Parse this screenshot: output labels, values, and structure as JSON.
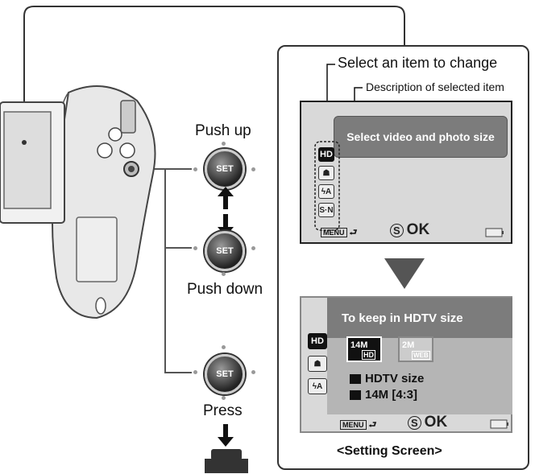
{
  "labels": {
    "push_up": "Push up",
    "push_down": "Push down",
    "press": "Press",
    "select_item": "Select an item to change",
    "description": "Description of selected item",
    "setting_screen": "<Setting Screen>"
  },
  "button": {
    "set_label": "SET"
  },
  "screen1": {
    "desc_text": "Select video and photo size",
    "menu_icons": [
      "HD",
      "☗",
      "ϟA",
      "S·N"
    ],
    "menu_label": "MENU",
    "ok_label": "OK"
  },
  "screen2": {
    "title": "To keep in HDTV size",
    "opt1": "14M",
    "opt1_sub": "HD",
    "opt2": "2M",
    "opt2_sub": "WEB",
    "video_line": "HDTV size",
    "photo_line": "14M [4:3]",
    "menu_icons": [
      "HD",
      "☗",
      "ϟA"
    ],
    "menu_label": "MENU",
    "ok_label": "OK"
  }
}
